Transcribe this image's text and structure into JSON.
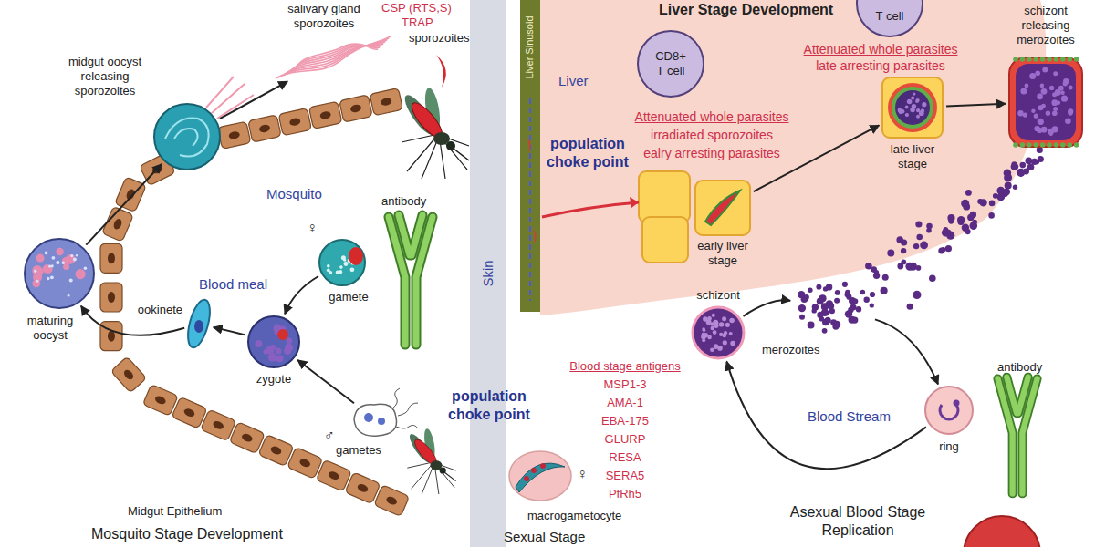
{
  "diagram": {
    "nodes": [
      {
        "text": [
          "Skin"
        ]
      },
      {
        "text": [
          "Liver Sinusoid"
        ]
      },
      {
        "text": [
          "salivary gland sporozoites"
        ]
      },
      {
        "text": [
          "midgut oocyst releasing sporozoites"
        ]
      },
      {
        "text": [
          "maturing oocyst"
        ]
      },
      {
        "text": [
          "♀",
          "gamete"
        ]
      },
      {
        "text": [
          "ookinete"
        ]
      },
      {
        "text": [
          "zygote"
        ]
      },
      {
        "text": [
          "♂",
          "gametes"
        ]
      },
      {
        "text": [
          "CD8+ T cell"
        ]
      },
      {
        "text": [
          "T cell"
        ]
      },
      {
        "text": [
          "early liver stage"
        ]
      },
      {
        "text": [
          "late liver stage"
        ]
      },
      {
        "text": [
          "schizont releasing merozoites"
        ]
      },
      {
        "text": [
          "merozoites"
        ]
      },
      {
        "text": [
          "schizont"
        ]
      },
      {
        "text": [
          "ring"
        ]
      },
      {
        "text": [
          "macrogametocyte",
          "♀"
        ]
      }
    ],
    "edges": [
      {
        "from": 4,
        "to": 3,
        "arrow": "to"
      },
      {
        "from": 3,
        "to": 2,
        "arrow": "to"
      },
      {
        "from": 5,
        "to": 7,
        "arrow": "to"
      },
      {
        "from": 8,
        "to": 7,
        "arrow": "to"
      },
      {
        "from": 7,
        "to": 6,
        "arrow": "to"
      },
      {
        "from": 6,
        "to": 4,
        "arrow": "to"
      },
      {
        "from": 11,
        "to": 12,
        "arrow": "to"
      },
      {
        "from": 12,
        "to": 13,
        "arrow": "to"
      },
      {
        "from": 14,
        "to": 16,
        "arrow": "to"
      },
      {
        "from": 16,
        "to": 15,
        "arrow": "to"
      },
      {
        "from": 15,
        "to": 14,
        "arrow": "to"
      }
    ],
    "labels": [
      "CSP (RTS,S)",
      "TRAP",
      "sporozoites",
      "Mosquito",
      "Blood meal",
      "antibody",
      "Midgut Epithelium",
      "Mosquito Stage Development",
      "population choke point",
      "population choke point",
      "Liver Stage Development",
      "Liver",
      "Attenuated whole parasites",
      "irradiated sporozoites",
      "ealry arresting parasites",
      "Attenuated whole parasites",
      "late arresting parasites",
      "Blood stage antigens",
      "MSP1-3",
      "AMA-1",
      "EBA-175",
      "GLURP",
      "RESA",
      "SERA5",
      "PfRh5",
      "Blood Stream",
      "antibody",
      "Asexual Blood Stage Replication",
      "Sexual Stage"
    ]
  }
}
